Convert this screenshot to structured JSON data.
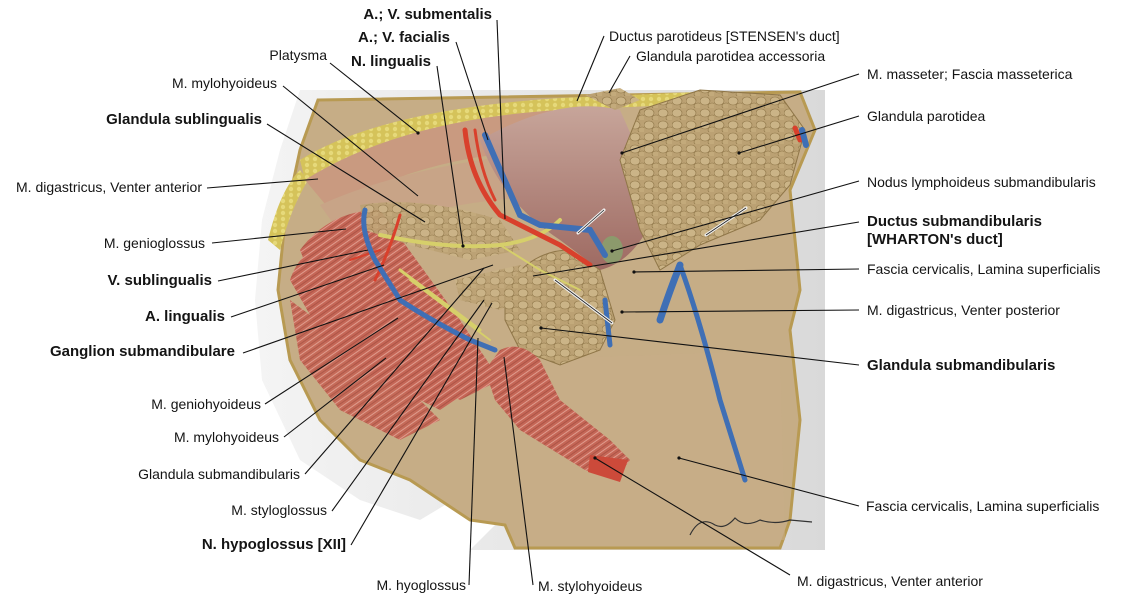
{
  "figure": {
    "colors": {
      "background": "#ffffff",
      "frame_gray": "#e4e4e4",
      "skin": "#c9b08a",
      "fascia": "#bda27c",
      "muscle": "#c86a5a",
      "muscle_dark": "#a4473c",
      "gland": "#b99e72",
      "fat": "#d8c85a",
      "artery": "#d9402c",
      "vein": "#3f6fb5",
      "nerve": "#d6cf6a",
      "lymph_node": "#8c9a6c"
    },
    "signature": "Artist signature"
  },
  "labels_left": [
    {
      "id": "platysma",
      "text": "Platysma",
      "bold": false
    },
    {
      "id": "m-mylohyoideus-top",
      "text": "M. mylohyoideus",
      "bold": false
    },
    {
      "id": "glandula-sublingualis",
      "text": "Glandula sublingualis",
      "bold": true
    },
    {
      "id": "m-digastricus-venter-anterior-left",
      "text": "M. digastricus, Venter anterior",
      "bold": false
    },
    {
      "id": "m-genioglossus",
      "text": "M. genioglossus",
      "bold": false
    },
    {
      "id": "v-sublingualis",
      "text": "V. sublingualis",
      "bold": true
    },
    {
      "id": "a-lingualis",
      "text": "A. lingualis",
      "bold": true
    },
    {
      "id": "ganglion-submandibulare",
      "text": "Ganglion submandibulare",
      "bold": true
    },
    {
      "id": "m-geniohyoideus",
      "text": "M. geniohyoideus",
      "bold": false
    },
    {
      "id": "m-mylohyoideus-bottom",
      "text": "M. mylohyoideus",
      "bold": false
    },
    {
      "id": "glandula-submandibularis-left",
      "text": "Glandula submandibularis",
      "bold": false
    },
    {
      "id": "m-styloglossus",
      "text": "M. styloglossus",
      "bold": false
    },
    {
      "id": "n-hypoglossus",
      "text": "N. hypoglossus [XII]",
      "bold": true
    }
  ],
  "labels_top": [
    {
      "id": "a-v-submentalis",
      "text": "A.; V. submentalis",
      "bold": true
    },
    {
      "id": "a-v-facialis",
      "text": "A.; V. facialis",
      "bold": true
    },
    {
      "id": "n-lingualis",
      "text": "N. lingualis",
      "bold": true
    },
    {
      "id": "ductus-parotideus",
      "text": "Ductus parotideus [STENSEN's duct]",
      "bold": false
    },
    {
      "id": "glandula-parotidea-accessoria",
      "text": "Glandula parotidea accessoria",
      "bold": false
    }
  ],
  "labels_right": [
    {
      "id": "m-masseter",
      "text": "M. masseter; Fascia masseterica",
      "bold": false
    },
    {
      "id": "glandula-parotidea",
      "text": "Glandula parotidea",
      "bold": false
    },
    {
      "id": "nodus-lymphoideus",
      "text": "Nodus lymphoideus submandibularis",
      "bold": false
    },
    {
      "id": "ductus-submandibularis",
      "text": "Ductus submandibularis",
      "text2": "[WHARTON's duct]",
      "bold": true
    },
    {
      "id": "fascia-cervicalis-upper",
      "text": "Fascia cervicalis, Lamina superficialis",
      "bold": false
    },
    {
      "id": "m-digastricus-venter-posterior",
      "text": "M. digastricus, Venter posterior",
      "bold": false
    },
    {
      "id": "glandula-submandibularis-right",
      "text": "Glandula submandibularis",
      "bold": true
    },
    {
      "id": "fascia-cervicalis-lower",
      "text": "Fascia cervicalis, Lamina superficialis",
      "bold": false
    }
  ],
  "labels_bottom": [
    {
      "id": "m-hyoglossus",
      "text": "M. hyoglossus",
      "bold": false
    },
    {
      "id": "m-stylohyoideus",
      "text": "M. stylohyoideus",
      "bold": false
    },
    {
      "id": "m-digastricus-venter-anterior-bottom",
      "text": "M. digastricus, Venter anterior",
      "bold": false
    }
  ]
}
